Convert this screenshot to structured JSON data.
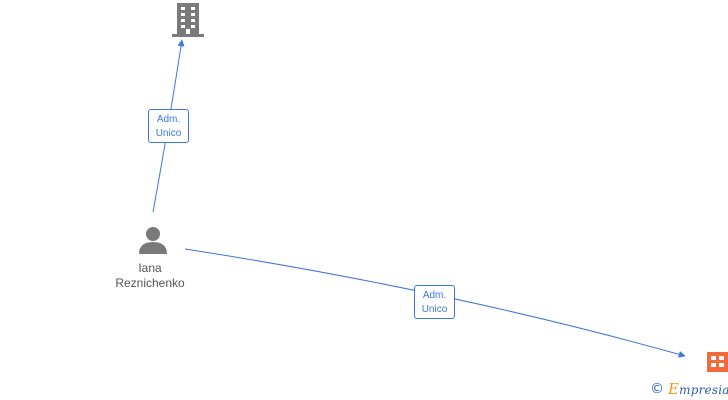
{
  "nodes": {
    "company_top": {
      "icon": "building-icon",
      "color": "#7a7a7a"
    },
    "person": {
      "icon": "person-icon",
      "color": "#7a7a7a",
      "name_line1": "Iana",
      "name_line2": "Reznichenko"
    },
    "company_bottom": {
      "icon": "building-icon",
      "color": "#f26a3a"
    }
  },
  "edges": [
    {
      "from": "person",
      "to": "company_top",
      "label_line1": "Adm.",
      "label_line2": "Unico"
    },
    {
      "from": "person",
      "to": "company_bottom",
      "label_line1": "Adm.",
      "label_line2": "Unico"
    }
  ],
  "colors": {
    "edge": "#3b78d8",
    "brand": "#2b5fa6",
    "brand_accent": "#f7941d"
  },
  "watermark": {
    "symbol": "©",
    "brand_initial": "E",
    "brand_rest": "mpresia"
  }
}
